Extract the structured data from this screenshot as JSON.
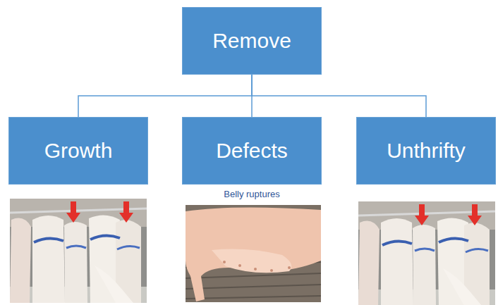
{
  "diagram": {
    "nodes": [
      {
        "text": [
          "Remove"
        ]
      },
      {
        "text": [
          "Growth"
        ]
      },
      {
        "text": [
          "Defects"
        ]
      },
      {
        "text": [
          "Unthrifty"
        ]
      }
    ],
    "edges": [
      {
        "from": 0,
        "to": 1,
        "arrow": "none"
      },
      {
        "from": 0,
        "to": 2,
        "arrow": "none"
      },
      {
        "from": 0,
        "to": 3,
        "arrow": "none"
      }
    ],
    "labels": [
      "Belly ruptures"
    ]
  }
}
